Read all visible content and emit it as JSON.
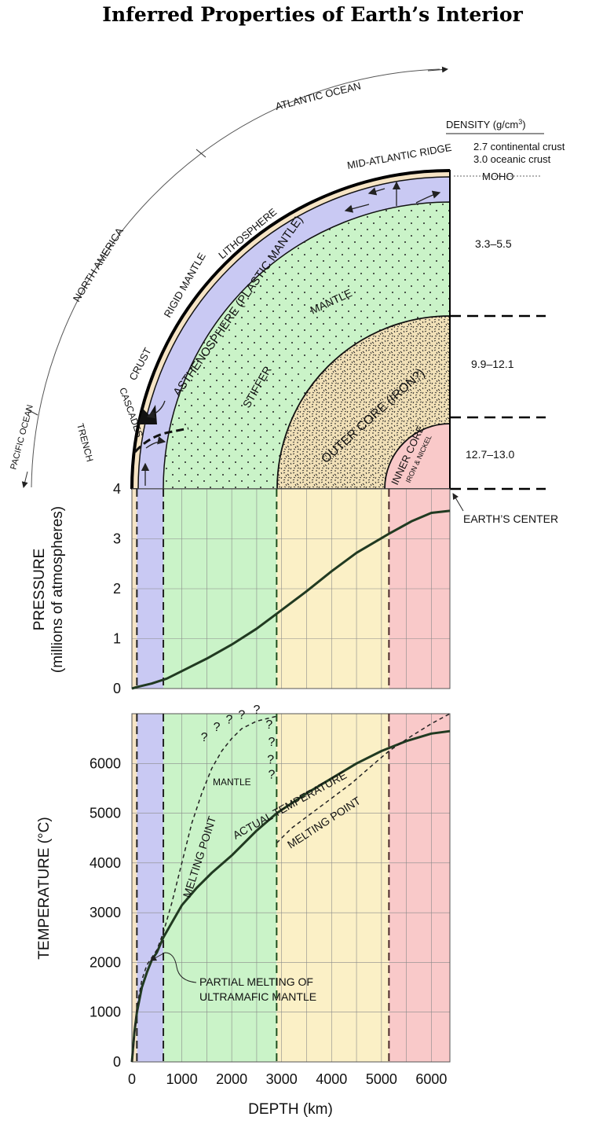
{
  "title": "Inferred Properties of Earth’s Interior",
  "colors": {
    "crust": "#f6e4c4",
    "asthenosphere": "#c9c9f3",
    "mantle": "#caf3c8",
    "outer_core": "#fbf0c6",
    "inner_core": "#f9c9c9",
    "pressure_curve": "#213a21",
    "temperature_curve": "#213a21"
  },
  "cross_section": {
    "ocean_pacific": "PACIFIC OCEAN",
    "north_america": "NORTH AMERICA",
    "atlantic_ocean": "ATLANTIC OCEAN",
    "cascades": "CASCADES",
    "trench": "TRENCH",
    "crust": "CRUST",
    "rigid_mantle": "RIGID MANTLE",
    "lithosphere": "LITHOSPHERE",
    "asthenosphere": "ASTHENOSPHERE (PLASTIC MANTLE)",
    "mid_atlantic_ridge": "MID-ATLANTIC RIDGE",
    "moho": "MOHO",
    "mantle": "MANTLE",
    "stiffer": "STIFFER",
    "outer_core": "OUTER CORE (IRON?)",
    "inner_core": "INNER CORE",
    "inner_core_sub": "IRON & NICKEL",
    "earths_center": "EARTH’S CENTER"
  },
  "density": {
    "heading": "DENSITY (g/cm",
    "heading_sup": "3",
    "heading_end": ")",
    "continental": "2.7 continental crust",
    "oceanic": "3.0 oceanic crust",
    "mantle": "3.3–5.5",
    "outer_core": "9.9–12.1",
    "inner_core": "12.7–13.0"
  },
  "chart_data": [
    {
      "type": "line",
      "title": "",
      "xlabel": "",
      "ylabel": "PRESSURE",
      "ylabel_sub": "(millions of atmospheres)",
      "xlim": [
        0,
        6371
      ],
      "ylim": [
        0,
        4
      ],
      "yticks": [
        0,
        1,
        2,
        3,
        4
      ],
      "grid": true,
      "boundaries_km": [
        100,
        630,
        2900,
        5150
      ],
      "series": [
        {
          "name": "",
          "x": [
            0,
            100,
            400,
            700,
            1000,
            1500,
            2000,
            2500,
            2900,
            3500,
            4000,
            4500,
            5150,
            5600,
            6000,
            6371
          ],
          "y": [
            0.0,
            0.03,
            0.1,
            0.2,
            0.35,
            0.6,
            0.88,
            1.2,
            1.5,
            1.95,
            2.35,
            2.72,
            3.1,
            3.35,
            3.52,
            3.56
          ]
        }
      ]
    },
    {
      "type": "line",
      "title": "",
      "xlabel": "DEPTH (km)",
      "ylabel": "TEMPERATURE (°C)",
      "xlim": [
        0,
        6371
      ],
      "ylim": [
        0,
        7000
      ],
      "yticks": [
        0,
        1000,
        2000,
        3000,
        4000,
        5000,
        6000
      ],
      "xticks": [
        0,
        1000,
        2000,
        3000,
        4000,
        5000,
        6000
      ],
      "grid": true,
      "boundaries_km": [
        100,
        630,
        2900,
        5150
      ],
      "annotations": {
        "mantle": "MANTLE",
        "melting_point_mantle": "MELTING POINT",
        "actual_temperature": "ACTUAL TEMPERATURE",
        "melting_point_core": "MELTING POINT",
        "partial_melting_1": "PARTIAL MELTING OF",
        "partial_melting_2": "ULTRAMAFIC MANTLE",
        "unknown": "?"
      },
      "series": [
        {
          "name": "",
          "style": "solid",
          "x": [
            0,
            50,
            100,
            200,
            300,
            400,
            500,
            630,
            800,
            1000,
            1300,
            1600,
            2000,
            2500,
            2900,
            3500,
            4000,
            4500,
            5000,
            5500,
            6000,
            6371
          ],
          "y": [
            0,
            600,
            1000,
            1500,
            1800,
            2050,
            2200,
            2500,
            2800,
            3150,
            3500,
            3800,
            4150,
            4650,
            5000,
            5400,
            5700,
            6000,
            6250,
            6450,
            6600,
            6650
          ]
        },
        {
          "name": "",
          "style": "dashed",
          "x": [
            0,
            100,
            200,
            300,
            500,
            630,
            800,
            1000,
            1200,
            1400,
            1600,
            1800,
            2000,
            2200,
            2500,
            2900
          ],
          "y": [
            0,
            1100,
            1650,
            1950,
            2250,
            2600,
            3200,
            4000,
            4800,
            5400,
            5900,
            6250,
            6500,
            6700,
            6850,
            6950
          ]
        },
        {
          "name": "",
          "style": "dashed",
          "x": [
            2900,
            3200,
            3600,
            4000,
            4400,
            4800,
            5150,
            5600,
            6000,
            6371
          ],
          "y": [
            4400,
            4700,
            5000,
            5300,
            5600,
            5950,
            6250,
            6550,
            6800,
            7000
          ]
        }
      ]
    }
  ]
}
